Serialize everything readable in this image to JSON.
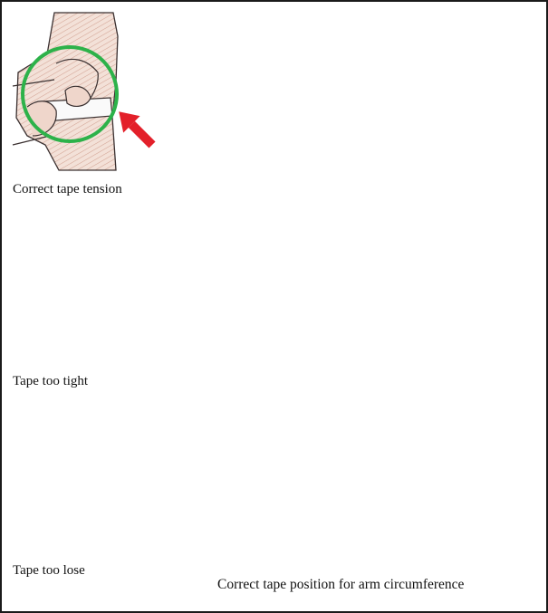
{
  "panels": [
    {
      "caption": "Correct tape tension",
      "status_icon": "check-circle-icon",
      "status_color": "#2db24a"
    },
    {
      "caption": "Tape too tight",
      "status_icon": "prohibited-icon",
      "status_color": "#e53935"
    },
    {
      "caption": "Tape too lose",
      "status_icon": "prohibited-icon",
      "status_color": "#e53935"
    }
  ],
  "main": {
    "caption": "Correct tape position for arm circumference"
  },
  "colors": {
    "skin": "#f1dcd2",
    "hatch": "#b86e5c",
    "arrow": "#e3202a",
    "tape": "#fafafa",
    "sleeve": "#ecec3a",
    "sleeve_edge": "#b33a2e",
    "outline": "#3a3030"
  },
  "icons": [
    "arrow-icon",
    "check-circle-icon",
    "prohibited-icon"
  ]
}
